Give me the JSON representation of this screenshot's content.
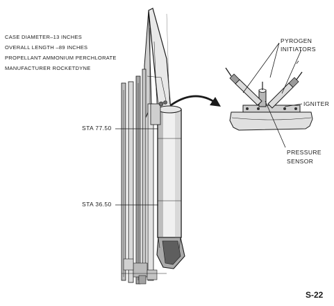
{
  "specs": {
    "case_diameter": "CASE DIAMETER–13 INCHES",
    "overall_length": "OVERALL LENGTH –89 INCHES",
    "propellant": "PROPELLANT  AMMONIUM PERCHLORATE",
    "manufacturer": "MANUFACTURER  ROCKETDYNE"
  },
  "stations": {
    "upper": "STA 77.50",
    "lower": "STA 36.50"
  },
  "callouts": {
    "pyrogen_line1": "PYROGEN",
    "pyrogen_line2": "INITIATORS",
    "igniter": "IGNITER",
    "pressure_line1": "PRESSURE",
    "pressure_line2": "SENSOR"
  },
  "page_number": "S-22"
}
